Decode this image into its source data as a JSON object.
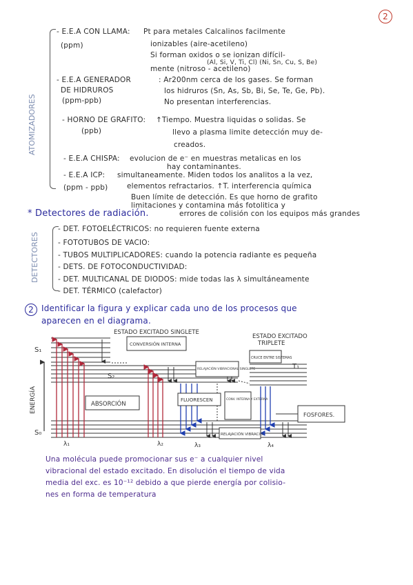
{
  "page_number": "2",
  "section1": {
    "side_label": "ATOMIZADORES",
    "items": [
      {
        "lead": "- E.E.A CON LLAMA:",
        "lines": [
          "Pt para metales Calcalinos facilmente",
          "ionizables (aire-acetileno)",
          "Si forman oxidos o se ionizan difícil-",
          "(Al, Si, V, Ti, Cl)     (Ni, Sn, Cu, S, Be)",
          "mente (nitroso - acetileno)"
        ],
        "unit": "(ppm)"
      },
      {
        "lead": "- E.E.A GENERADOR",
        "lead2": "DE HIDRUROS",
        "unit": "(ppm-ppb)",
        "lines": [
          ": Ar200nm cerca de los gases. Se forman",
          "los hidruros (Sn, As, Sb, Bi, Se, Te, Ge, Pb).",
          "No presentan interferencias."
        ]
      },
      {
        "lead": "- HORNO DE GRAFITO:",
        "unit": "(ppb)",
        "lines": [
          "↑Tiempo. Muestra liquidas o solidas. Se",
          "llevo a plasma limite detección muy de-",
          "creados."
        ]
      },
      {
        "lead": "- E.E.A CHISPA:",
        "lines": [
          "evolucion de e⁻ en muestras metalicas en los",
          "hay contaminantes."
        ]
      },
      {
        "lead": "- E.E.A ICP:",
        "unit": "(ppm - ppb)",
        "lines": [
          "simultaneamente. Miden todos los analitos a la vez,",
          "elementos refractarios. ↑T.  interferencia química",
          "Buen límite de detección. Es que horno de grafito",
          "limitaciones y contamina más fotolitica y",
          "errores de colisión con los equipos más grandes"
        ]
      }
    ]
  },
  "section2": {
    "heading": "* Detectores de radiación.",
    "side_label": "DETECTORES",
    "items": [
      "- DET. FOTOELÉCTRICOS: no requieren fuente externa",
      "- FOTOTUBOS DE VACIO:",
      "- TUBOS MULTIPLICADORES: cuando la potencia radiante es pequeña",
      "- DETS. DE FOTOCONDUCTIVIDAD:",
      "- DET. MULTICANAL DE DIODOS: mide todas las λ simultáneamente",
      "- DET. TÉRMICO (calefactor)"
    ]
  },
  "question": {
    "number": "2",
    "line1": "Identificar la figura y explicar cada uno de los procesos que",
    "line2": "aparecen en el diagrama."
  },
  "diagram": {
    "singlet_title": "ESTADO EXCITADO SINGLETE",
    "triplet_title_1": "ESTADO EXCITADO",
    "triplet_title_2": "TRIPLETE",
    "energy_label": "ENERGÍA",
    "s1": "S₁",
    "s2": "S₂",
    "s0": "S₀",
    "t1": "T₁",
    "conversion_interna": "CONVERSIÓN INTERNA",
    "relajacion_1": "RELAJACIÓN VIBRACIONAL SINGLETE",
    "cruce": "CRUCE ENTRE SISTEMAS",
    "absorcion": "ABSORCIÓN",
    "fluorescencia": "FLUORESCEN",
    "conv_interna_externa": "CONV. INTERNA Y EXTERNA",
    "fosforescencia": "FOSFORES.",
    "relajacion_2": "RELAJACIÓN VIBRACIO.",
    "lambda1": "λ₁",
    "lambda2": "λ₂",
    "lambda3": "λ₃",
    "lambda4": "λ₄"
  },
  "paragraph": [
    "Una molécula puede promocionar sus e⁻ a cualquier nivel",
    "vibracional del estado excitado. En disolución el tiempo de vida",
    "media del exc. es 10⁻¹² debido a que pierde energía por colisio-",
    "nes en forma de temperatura"
  ],
  "colors": {
    "red_arrow": "#b0283a",
    "blue_arrow": "#1f3fb0",
    "pencil": "#2b2b2b",
    "page_num": "#c0392b"
  }
}
